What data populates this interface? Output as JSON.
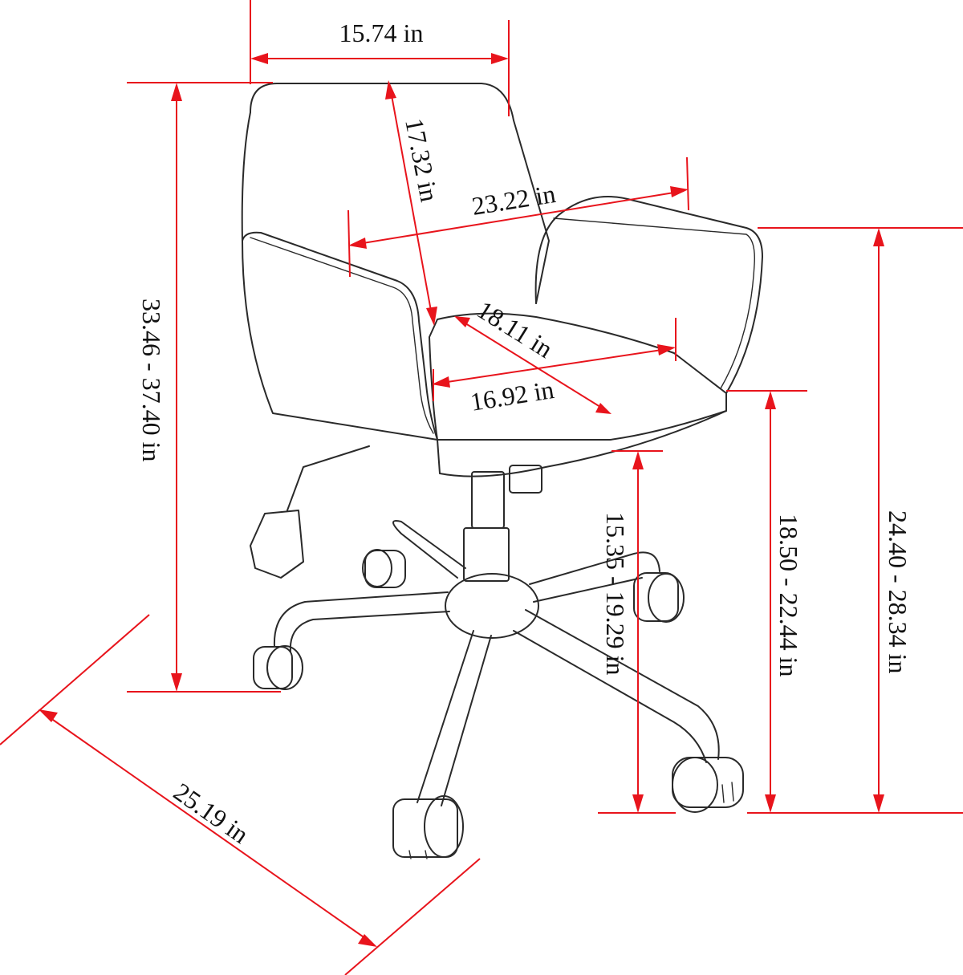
{
  "colors": {
    "dimension": "#e8141c",
    "outline": "#2a2a2a",
    "text": "#111111",
    "background": "#ffffff"
  },
  "dimensions": {
    "back_width": "15.74 in",
    "back_height": "17.32 in",
    "overall_width": "23.22 in",
    "seat_depth": "18.11 in",
    "seat_width": "16.92 in",
    "overall_height": "33.46 - 37.40 in",
    "seat_height_floor": "15.35 - 19.29 in",
    "seat_height": "18.50 - 22.44 in",
    "arm_height": "24.40 - 28.34 in",
    "base_diameter": "25.19 in"
  }
}
